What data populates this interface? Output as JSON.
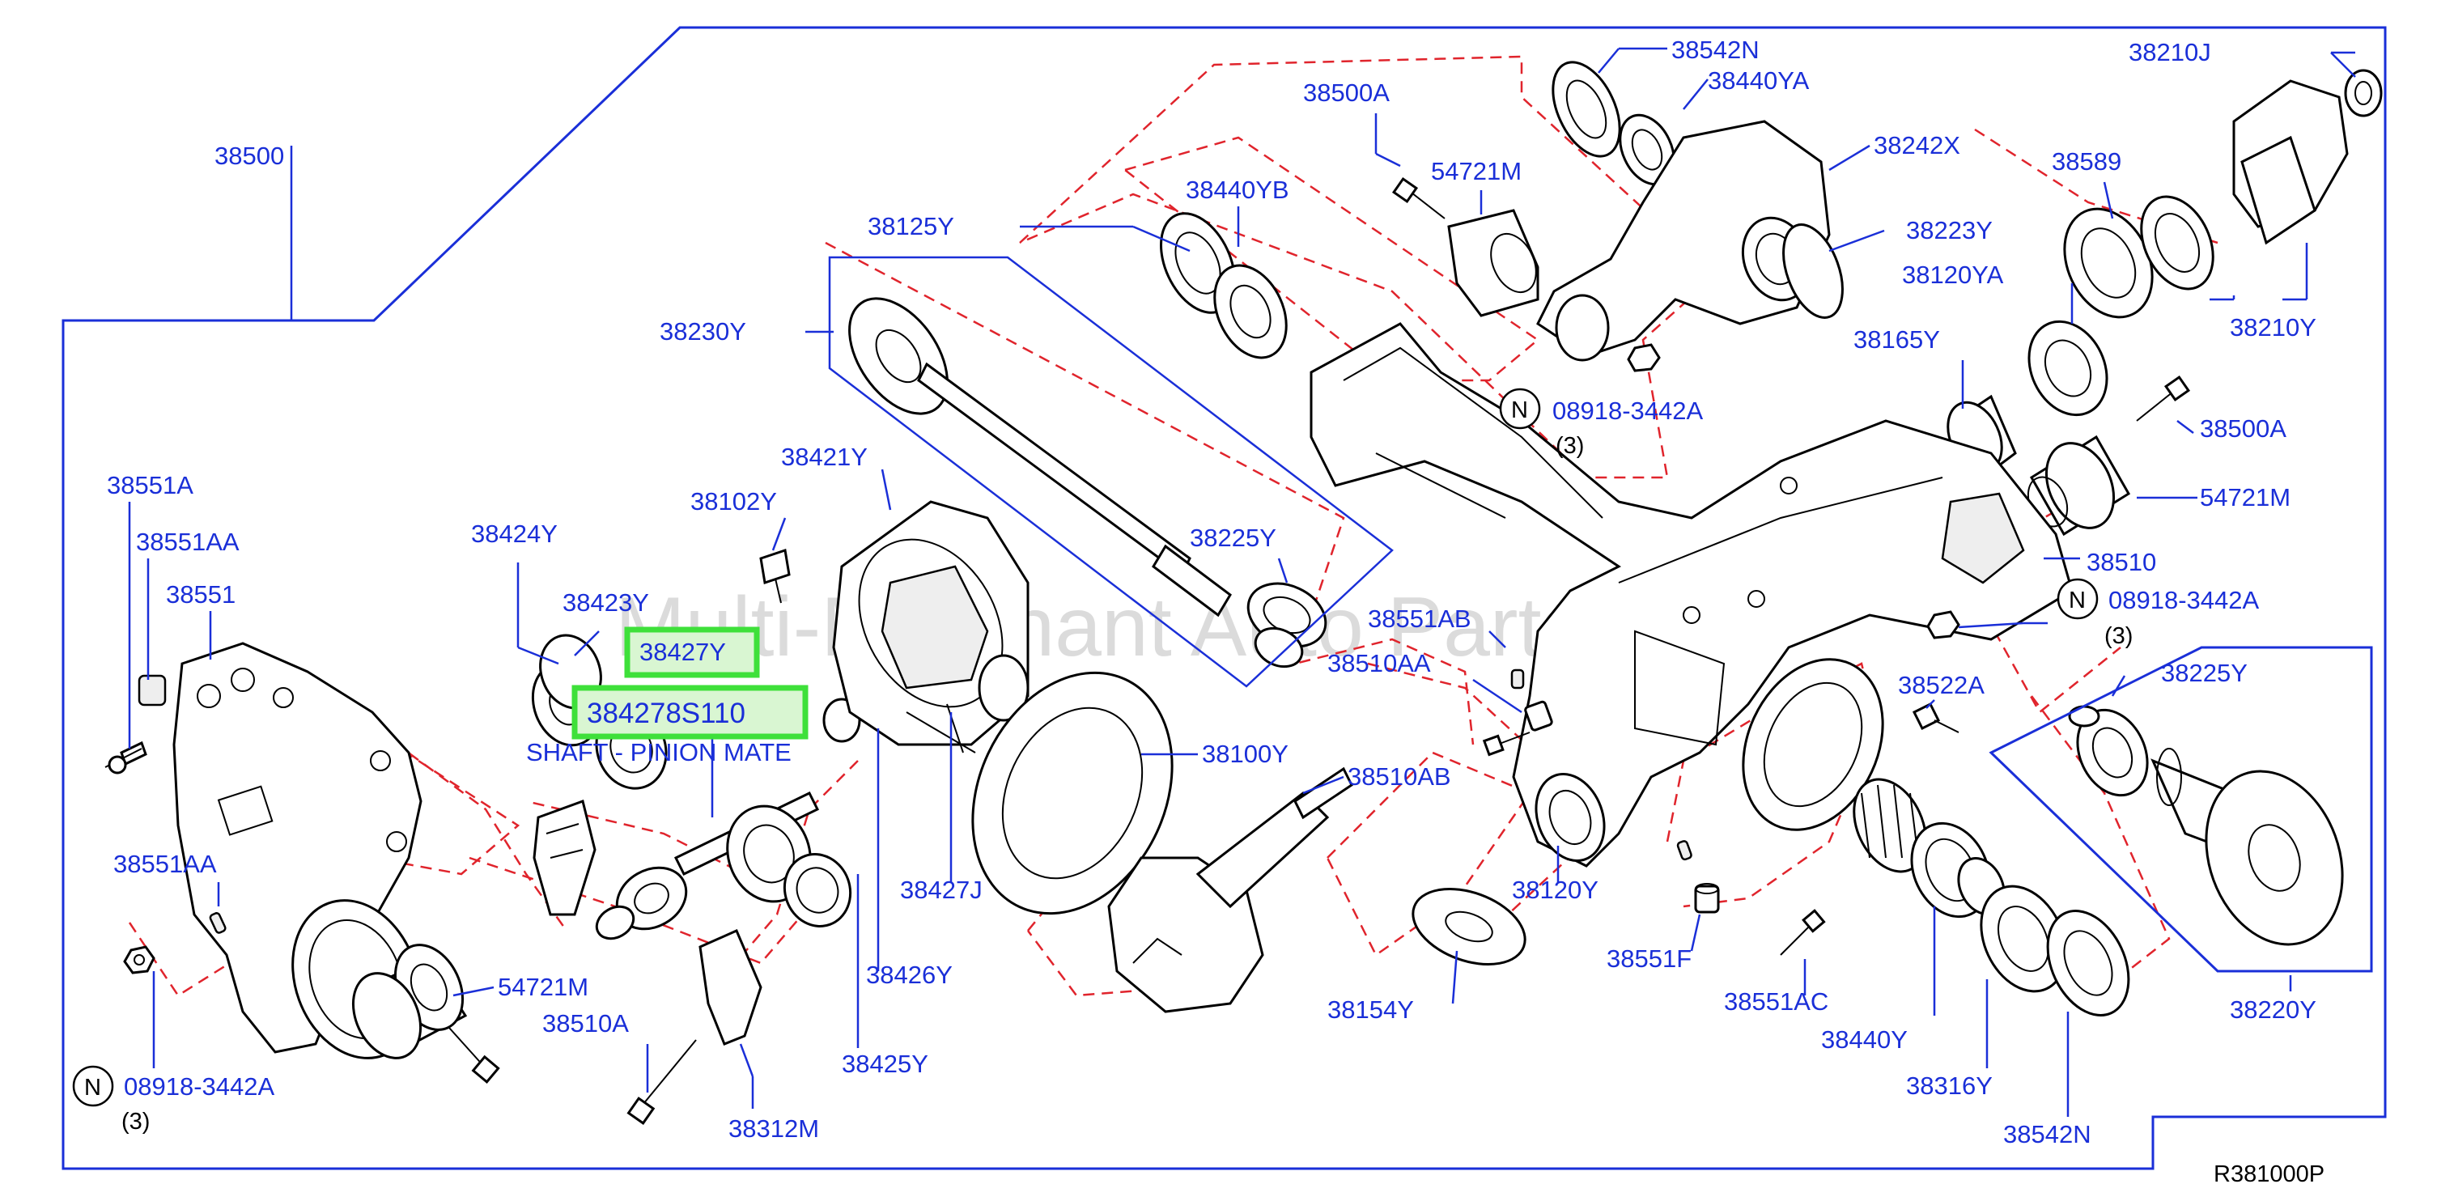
{
  "diagram": {
    "reference_code": "R381000P",
    "watermark": "Multi-Merchant Auto Partstore",
    "highlight": {
      "part_a": "38427Y",
      "part_b": "384278S110",
      "caption": "SHAFT - PINION MATE"
    },
    "note_symbol": "N",
    "qty_note": "(3)",
    "labels": {
      "p38500": "38500",
      "p38500A_top": "38500A",
      "p38542N_top": "38542N",
      "p38440YA": "38440YA",
      "p38210J": "38210J",
      "p38242X": "38242X",
      "p54721M_top": "54721M",
      "p38440YB": "38440YB",
      "p38125Y": "38125Y",
      "p38223Y": "38223Y",
      "p38589": "38589",
      "p38120YA": "38120YA",
      "p38210Y": "38210Y",
      "p38230Y": "38230Y",
      "p38165Y": "38165Y",
      "p08918_top": "08918-3442A",
      "p38500A_right": "38500A",
      "p54721M_right": "54721M",
      "p38421Y": "38421Y",
      "p38551A": "38551A",
      "p38102Y": "38102Y",
      "p38551AA_top": "38551AA",
      "p38424Y": "38424Y",
      "p38225Y_mid": "38225Y",
      "p38510": "38510",
      "p38551": "38551",
      "p38423Y": "38423Y",
      "p08918_right": "08918-3442A",
      "p38551AB": "38551AB",
      "p38510AA": "38510AA",
      "p38225Y_right": "38225Y",
      "p38522A": "38522A",
      "p38100Y": "38100Y",
      "p38510AB": "38510AB",
      "p38551AA_left": "38551AA",
      "p38427J": "38427J",
      "p38120Y": "38120Y",
      "p38426Y": "38426Y",
      "p54721M_left": "54721M",
      "p38551F": "38551F",
      "p38551AC": "38551AC",
      "p38154Y": "38154Y",
      "p38220Y": "38220Y",
      "p38510A": "38510A",
      "p38440Y": "38440Y",
      "p08918_left": "08918-3442A",
      "p38425Y": "38425Y",
      "p38316Y": "38316Y",
      "p38312M": "38312M",
      "p38542N_bottom": "38542N"
    }
  }
}
